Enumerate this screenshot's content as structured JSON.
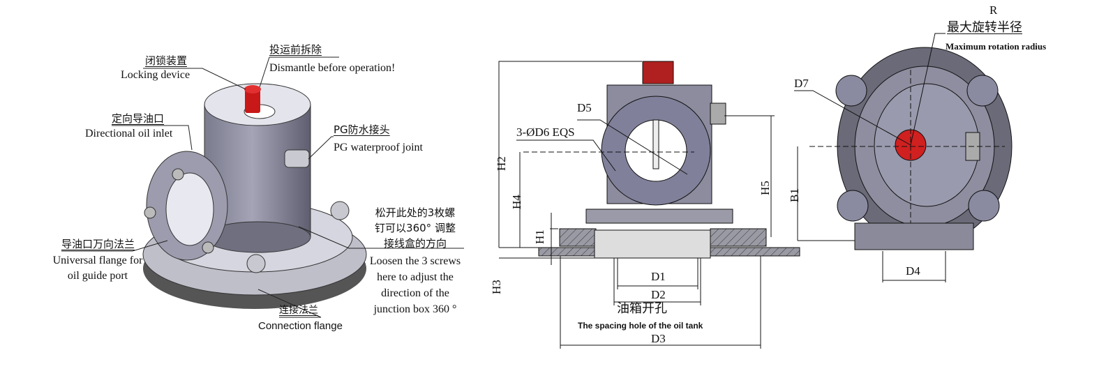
{
  "isometric_view": {
    "locking_device": {
      "cn": "闭锁装置",
      "en": "Locking device"
    },
    "dismantle": {
      "cn": "投运前拆除",
      "en": "Dismantle before operation!"
    },
    "oil_inlet": {
      "cn": "定向导油口",
      "en": "Directional oil inlet"
    },
    "pg_joint": {
      "cn": "PG防水接头",
      "en": "PG waterproof joint"
    },
    "screws_note": {
      "cn": [
        "松开此处的3枚螺",
        "钉可以360° 调整",
        "接线盒的方向"
      ],
      "en": [
        "Loosen the 3 screws",
        "here to adjust the",
        "direction of the",
        "junction box 360 °"
      ]
    },
    "universal_flange": {
      "cn": "导油口万向法兰",
      "en": [
        "Universal flange for",
        "oil guide port"
      ]
    },
    "connection_flange": {
      "cn": "连接法兰",
      "en": "Connection flange"
    }
  },
  "front_view": {
    "dims": {
      "H1": "H1",
      "H2": "H2",
      "H3": "H3",
      "H4": "H4",
      "H5": "H5",
      "D1": "D1",
      "D2": "D2",
      "D3": "D3",
      "D5": "D5",
      "D6": "3-ØD6 EQS"
    },
    "oil_tank_hole": {
      "cn": "油箱开孔",
      "en": "The spacing hole of the oil tank"
    }
  },
  "top_view": {
    "dims": {
      "R": "R",
      "D7": "D7",
      "B1": "B1",
      "D4": "D4"
    },
    "max_radius": {
      "cn": "最大旋转半径",
      "en": "Maximum rotation radius"
    }
  },
  "colors": {
    "metal": "#8a8a9c",
    "metal_light": "#c8c8d4",
    "knob": "#cc1a1a",
    "line": "#111111"
  }
}
